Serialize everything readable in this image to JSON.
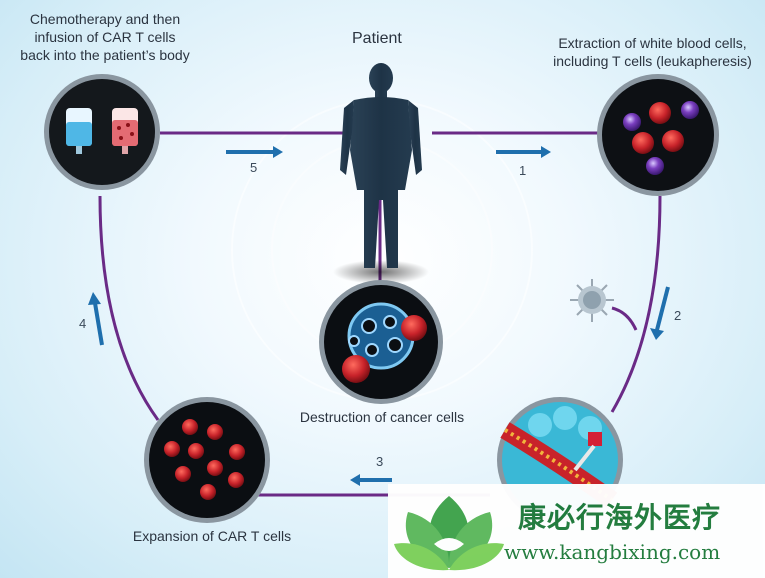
{
  "labels": {
    "patient": "Patient",
    "step1_text": "Extraction of white blood cells,\nincluding T cells (leukapheresis)",
    "step5_text": "Chemotherapy and then\ninfusion of CAR T cells\nback into the patient’s body",
    "destruction": "Destruction of cancer cells",
    "expansion": "Expansion of CAR T cells"
  },
  "steps": {
    "s1": "1",
    "s2": "2",
    "s3": "3",
    "s4": "4",
    "s5": "5"
  },
  "colors": {
    "cycle_line": "#6a2a86",
    "arrow": "#1f6fad",
    "cancer_cell": "#c8232a",
    "circle_bg": "#101418",
    "circle_ring": "#8a96a0",
    "watermark_green": "#1f7a3a"
  },
  "watermark": {
    "title": "康必行海外医疗",
    "url": "www.kangbixing.com"
  }
}
